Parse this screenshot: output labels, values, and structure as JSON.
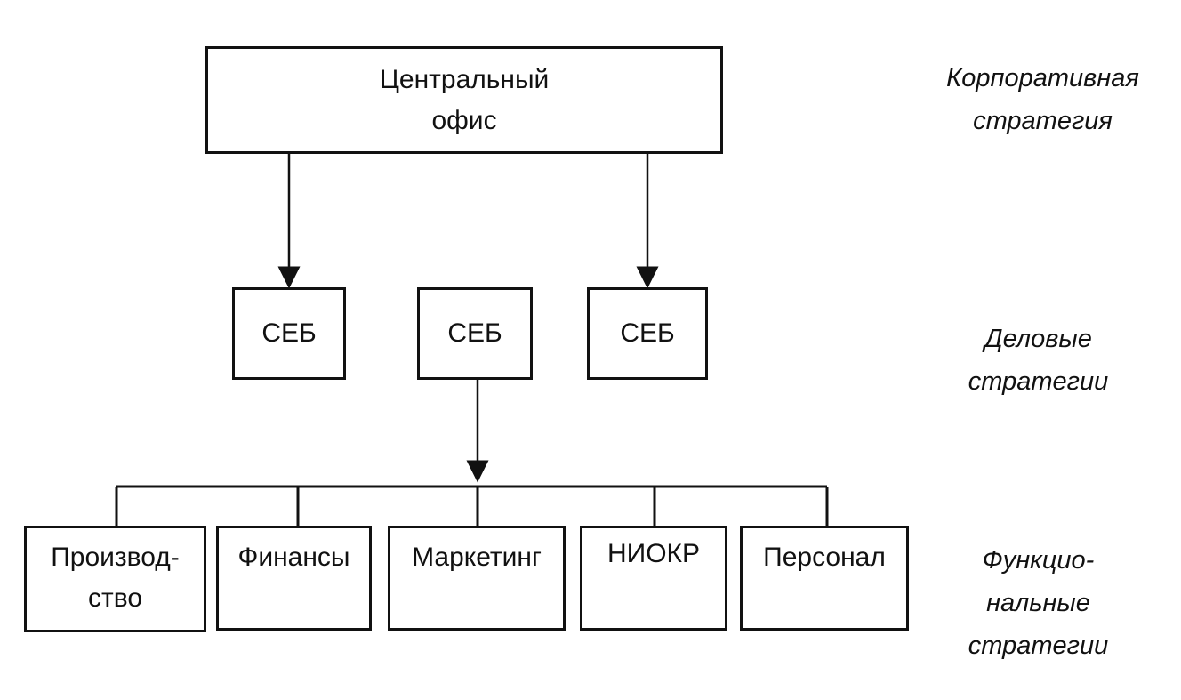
{
  "central_office": {
    "line1": "Центральный",
    "line2": "офис"
  },
  "business_units": [
    {
      "label": "СЕБ"
    },
    {
      "label": "СЕБ"
    },
    {
      "label": "СЕБ"
    }
  ],
  "functions": [
    {
      "line1": "Производ-",
      "line2": "ство"
    },
    {
      "line1": "Финансы",
      "line2": ""
    },
    {
      "line1": "Маркетинг",
      "line2": ""
    },
    {
      "line1": "НИОКР",
      "line2": ""
    },
    {
      "line1": "Персонал",
      "line2": ""
    }
  ],
  "levels": {
    "corporate": {
      "line1": "Корпоративная",
      "line2": "стратегия"
    },
    "business": {
      "line1": "Деловые",
      "line2": "стратегии"
    },
    "functional": {
      "line1": "Функцио-",
      "line2": "нальные",
      "line3": "стратегии"
    }
  }
}
